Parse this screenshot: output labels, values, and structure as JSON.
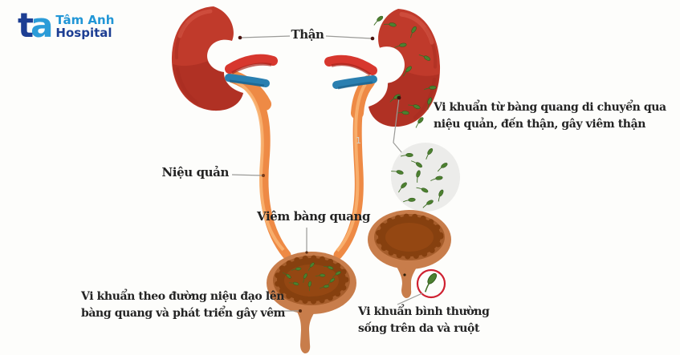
{
  "logo": {
    "mark_t": "t",
    "mark_a": "a",
    "name_line1": "Tâm Anh",
    "name_line2": "Hospital"
  },
  "annotations": {
    "kidney_label": "Thận",
    "ureter_label": "Niệu quản",
    "cystitis_label": "Viêm bàng quang",
    "note_right": {
      "line1": "Vi khuẩn từ bàng quang di chuyển qua",
      "line2": "niệu quản, đến thận, gây viêm thận"
    },
    "note_bottom_left": {
      "line1": "Vi khuẩn theo đường niệu đạo lên",
      "line2": "bàng quang và phát triển gây vêm"
    },
    "note_bottom_right": {
      "line1": "Vi khuẩn bình thường",
      "line2": "sống trên da và ruột"
    },
    "watermark": "1"
  },
  "colors": {
    "background": "#fdfdfb",
    "kidney_red": "#c03a2b",
    "kidney_shadow": "#9e281c",
    "artery_red": "#d7372e",
    "vein_blue": "#2a7fb0",
    "ureter_orange": "#ee8a45",
    "ureter_highlight": "#f8b170",
    "bladder_tan": "#c87d4b",
    "bladder_ring": "#a65d2b",
    "bladder_inner_dark": "#86400f",
    "bladder_inner_center": "#944712",
    "bacteria_green": "#4c8030",
    "magnifier_gray": "#ececea",
    "magnifier_ring_red": "#cf2030",
    "connector_gray": "#9b9b98",
    "label_text": "#232323",
    "logo_navy": "#1d3e93",
    "logo_cyan": "#2b9cd8"
  }
}
